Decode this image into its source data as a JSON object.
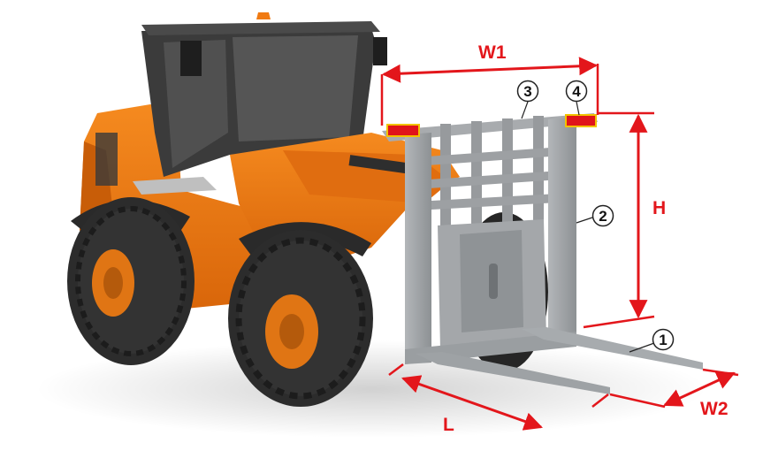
{
  "colors": {
    "dimension": "#e3161b",
    "body": "#f07a12",
    "body_dark": "#c85d08",
    "tire": "#2c2c2c",
    "attachment": "#9fa3a6",
    "attachment_dark": "#7c8083",
    "cab": "#3a3a3a",
    "light": "#e0141a"
  },
  "dimensions": {
    "w1": "W1",
    "h": "H",
    "l": "L",
    "w2": "W2"
  },
  "callouts": {
    "c1": "1",
    "c2": "2",
    "c3": "3",
    "c4": "4"
  }
}
